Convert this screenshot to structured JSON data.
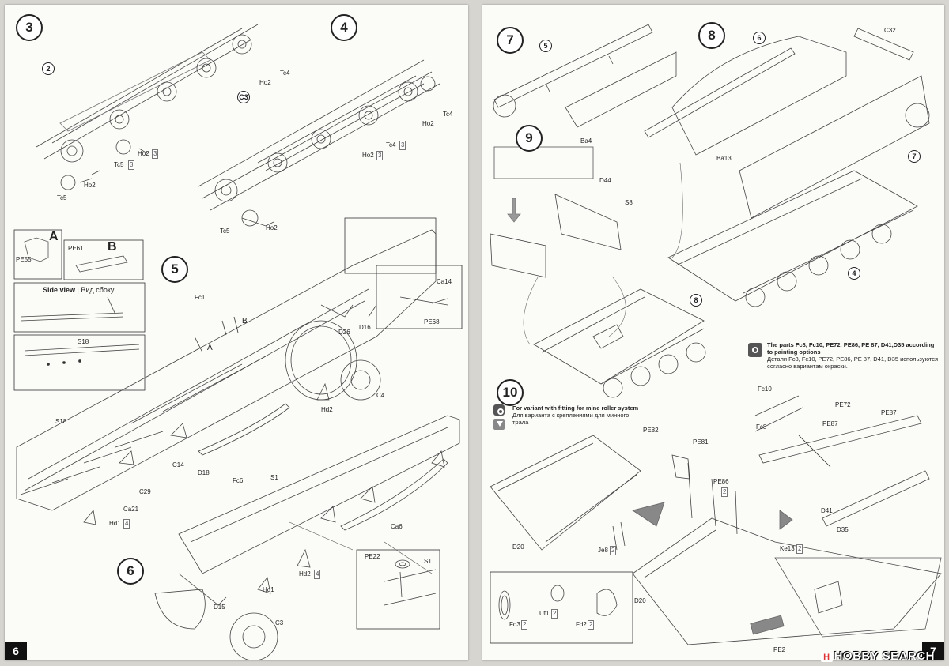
{
  "left_page": {
    "page_number": "6",
    "steps": {
      "s3": "3",
      "s4": "4",
      "s5": "5",
      "s6": "6"
    },
    "legend": {
      "a_part": "PE55",
      "a_letter": "A",
      "b_part": "PE61",
      "b_letter": "B",
      "side_view_en": "Side view",
      "side_view_sep": "|",
      "side_view_ru": "Вид сбоку",
      "detail_part": "S18"
    },
    "callouts": {
      "c2": "2",
      "c3": "C3",
      "ho2_a": "Ho2",
      "tc4_a": "Tc4",
      "ho2_b": "Ho2",
      "tc5_b": "Tc5",
      "ho2_c": "Ho2",
      "tc5_c": "Tc5",
      "ho2_d": "Ho2",
      "tc4_d": "Tc4",
      "ho2_e": "Ho2",
      "tc5_e": "Tc5",
      "ho2_f": "Ho2",
      "fc1": "Fc1",
      "a": "A",
      "b": "B",
      "d26": "D26",
      "d16": "D16",
      "ca14": "Ca14",
      "pe68": "PE68",
      "c4": "C4",
      "hd2_a": "Hd2",
      "s18": "S18",
      "c14": "C14",
      "d18": "D18",
      "fc6": "Fc6",
      "c29": "C29",
      "ca21": "Ca21",
      "hd1_a": "Hd1",
      "s1": "S1",
      "ca6": "Ca6",
      "hd2_b": "Hd2",
      "hd1_b": "Hd1",
      "d15": "D15",
      "pe22": "PE22",
      "s1_detail": "S1"
    },
    "quantities": {
      "q_ho2_b": "3",
      "q_tc5_b": "3",
      "q_ho2_d": "3",
      "q_tc4_d": "3",
      "q_hd1": "4",
      "q_hd2": "4"
    }
  },
  "right_page": {
    "page_number": "7",
    "steps": {
      "s7": "7",
      "s8": "8",
      "s9": "9",
      "s10": "10",
      "s7_small": "7",
      "s8_small": "8",
      "s4_small": "4"
    },
    "callouts": {
      "n5": "5",
      "n6": "6",
      "c32": "C32",
      "ba4": "Ba4",
      "ba13": "Ba13",
      "d44": "D44",
      "s8": "S8",
      "pe82": "PE82",
      "pe81": "PE81",
      "pe86": "PE86",
      "q_pe86": "2",
      "je8": "Je8",
      "q_je8": "2",
      "d20_a": "D20",
      "d20_b": "D20",
      "fd3": "Fd3",
      "q_fd3": "2",
      "uf1": "Uf1",
      "q_uf1": "2",
      "fd2": "Fd2",
      "q_fd2": "2",
      "ke13": "Ke13",
      "q_ke13": "2",
      "pe2": "PE2",
      "fc10": "Fc10",
      "fc8": "Fc8",
      "pe72": "PE72",
      "pe87_a": "PE87",
      "pe87_b": "PE87",
      "d41": "D41",
      "d35": "D35"
    },
    "painting_note": {
      "en": "The parts Fc8, Fc10, PE72, PE86, PE 87, D41,D35 according to painting options",
      "ru": "Детали Fc8, Fc10, PE72, PE86, PE 87, D41, D35 используются согласно вариантам окраски."
    },
    "variant_note": {
      "en": "For variant with fitting for mine roller system",
      "ru": "Для варианта с креплениями для минного трала"
    }
  },
  "watermark": {
    "badge": "H",
    "text": "HOBBY SEARCH"
  },
  "colors": {
    "ink": "#222222",
    "paper": "#fbfbf8",
    "background": "#d7d5d0"
  }
}
